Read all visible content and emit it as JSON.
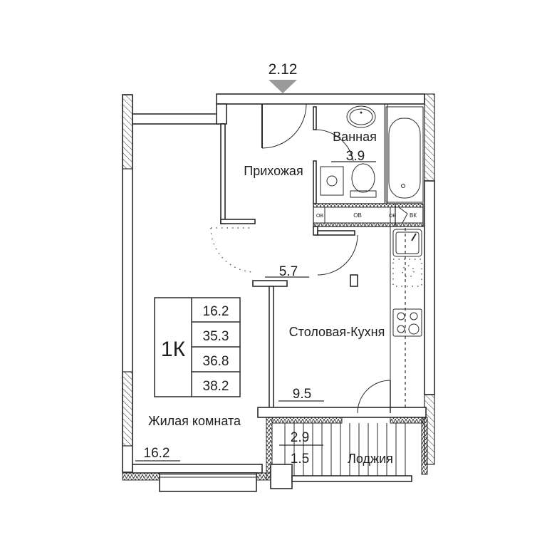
{
  "entrance_marker": {
    "label": "2.12",
    "color": "#9a9a9a"
  },
  "rooms": {
    "bathroom": {
      "name": "Ванная",
      "area": "3.9"
    },
    "hallway": {
      "name": "Прихожая",
      "area": "5.7"
    },
    "kitchen": {
      "name": "Столовая-Кухня",
      "area": "9.5"
    },
    "living": {
      "name": "Жилая комната",
      "area": "16.2"
    },
    "loggia": {
      "name": "Лоджия",
      "area_full": "2.9",
      "area_reduced": "1.5"
    }
  },
  "utility": {
    "left_tag": "ОВ",
    "center_tag": "ОВ",
    "right_tag": "ОВ",
    "vent_tag": "ВК"
  },
  "summary": {
    "type": "1К",
    "living_area": "16.2",
    "total_area": "35.3",
    "total_with_loggia_reduced": "36.8",
    "total_with_loggia_full": "38.2"
  },
  "colors": {
    "line": "#2a2a2a",
    "background": "#ffffff",
    "hatch": "#2a2a2a"
  }
}
